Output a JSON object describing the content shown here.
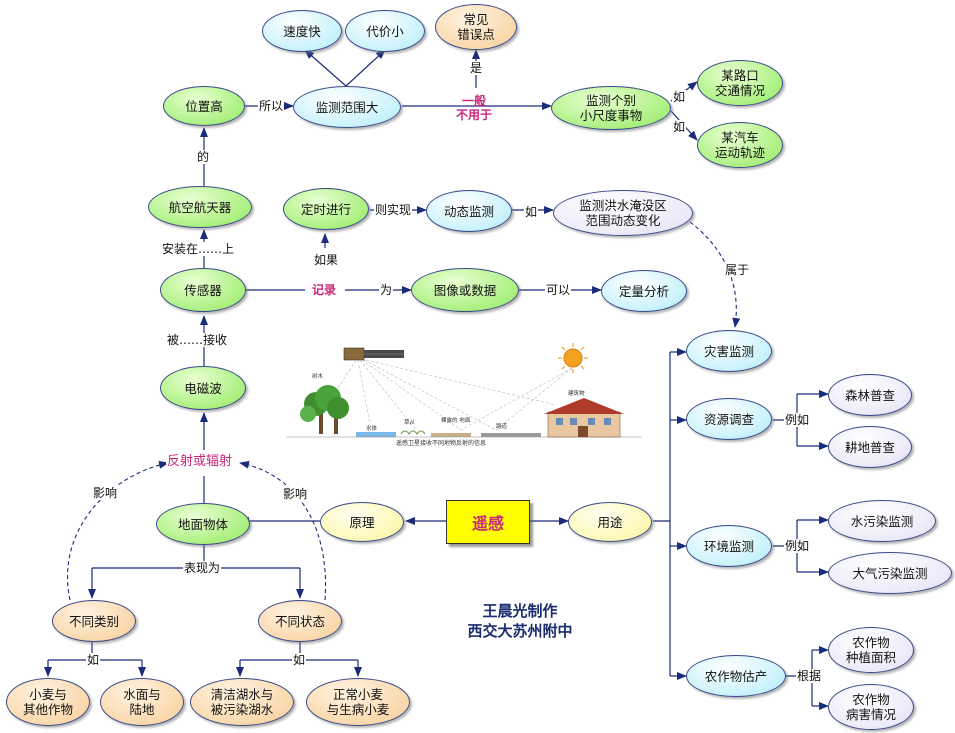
{
  "center": "遥感",
  "author": "王晨光制作\n西交大苏州附中",
  "nodes": {
    "speed_fast": "速度快",
    "cost_low": "代价小",
    "common_errors": "常见\n错误点",
    "position_high": "位置高",
    "monitor_range_large": "监测范围大",
    "monitor_small_things": "监测个别\n小尺度事物",
    "road_traffic": "某路口\n交通情况",
    "car_track": "某汽车\n运动轨迹",
    "aerospace": "航空航天器",
    "timed": "定时进行",
    "dynamic_monitor": "动态监测",
    "flood_monitor": "监测洪水淹没区\n范围动态变化",
    "sensor": "传感器",
    "image_data": "图像或数据",
    "quant_analysis": "定量分析",
    "disaster_monitor": "灾害监测",
    "em_wave": "电磁波",
    "resource_survey": "资源调查",
    "forest_survey": "森林普查",
    "farmland_survey": "耕地普查",
    "ground_objects": "地面物体",
    "principle": "原理",
    "usage": "用途",
    "env_monitor": "环境监测",
    "water_pollution": "水污染监测",
    "air_pollution": "大气污染监测",
    "diff_types": "不同类别",
    "diff_states": "不同状态",
    "wheat_crops": "小麦与\n其他作物",
    "water_land": "水面与\n陆地",
    "clean_polluted_lake": "清洁湖水与\n被污染湖水",
    "healthy_sick_wheat": "正常小麦\n与生病小麦",
    "crop_estimate": "农作物估产",
    "crop_area": "农作物\n种植面积",
    "crop_disease": "农作物\n病害情况"
  },
  "labels": {
    "so": "所以",
    "of": "的",
    "is": "是",
    "generally_not": "一般\n不用于",
    "like1": "如",
    "like2": "如",
    "installed_on": "安装在……上",
    "then_realize": "则实现",
    "like3": "如",
    "if": "如果",
    "record": "记录",
    "as": "为",
    "can": "可以",
    "belongs": "属于",
    "received_by": "被……接收",
    "reflect_radiate": "反射或辐射",
    "affect_left": "影响",
    "affect_right": "影响",
    "manifest_as": "表现为",
    "like4": "如",
    "like5": "如",
    "example1": "例如",
    "example2": "例如",
    "basis": "根据"
  },
  "illustration": {
    "tree": "树木",
    "water": "水体",
    "grass": "草从",
    "ground": "裸露的\n地面",
    "road": "路道",
    "building": "建筑物",
    "caption": "遥感卫星接收不同地物反射的信息"
  }
}
